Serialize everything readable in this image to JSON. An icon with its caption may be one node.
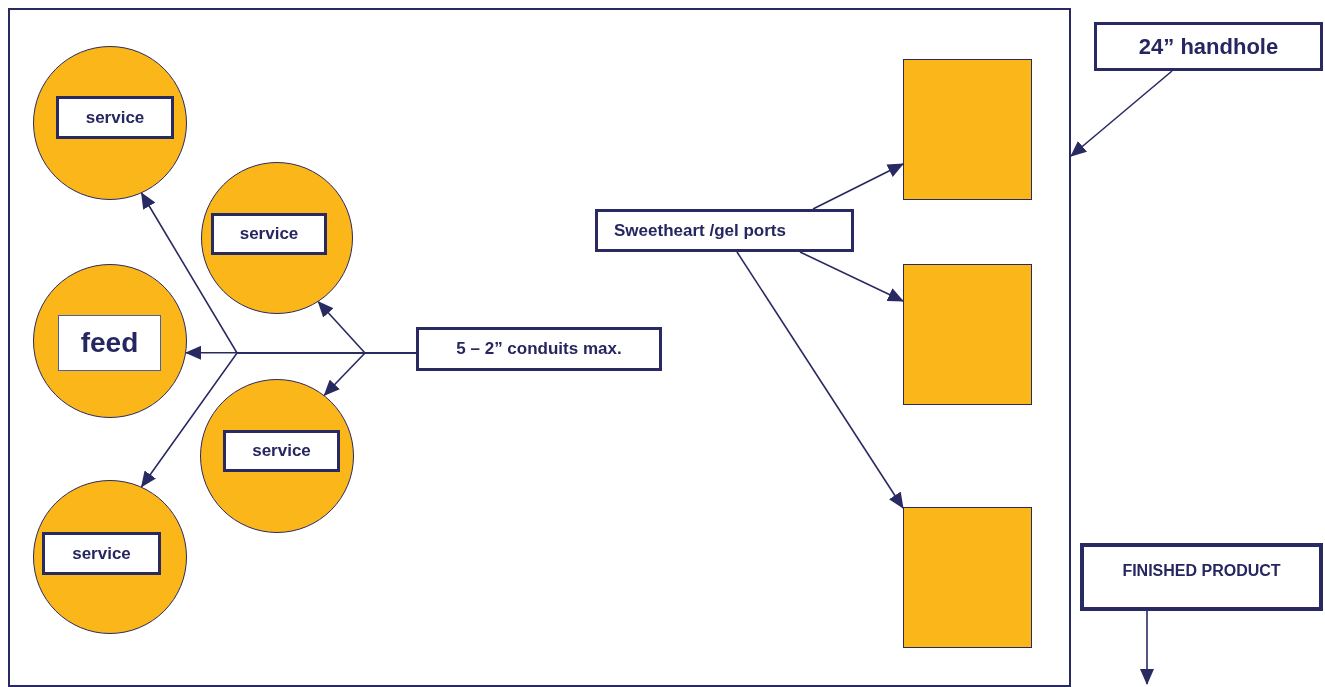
{
  "diagram": {
    "nodes": [
      {
        "text": [],
        "shape": "box"
      },
      {
        "text": [],
        "shape": "circle",
        "in": 0
      },
      {
        "text": [
          "service"
        ],
        "in": 1
      },
      {
        "text": [],
        "shape": "circle",
        "in": 0
      },
      {
        "text": [
          "service"
        ],
        "in": 3
      },
      {
        "text": [],
        "shape": "circle",
        "in": 0
      },
      {
        "text": [
          "feed"
        ],
        "in": 5
      },
      {
        "text": [],
        "shape": "circle",
        "in": 0
      },
      {
        "text": [
          "service"
        ],
        "in": 7
      },
      {
        "text": [],
        "shape": "circle",
        "in": 0
      },
      {
        "text": [
          "service"
        ],
        "in": 9
      },
      {
        "text": [
          "5 – 2” conduits max."
        ],
        "in": 0
      },
      {
        "text": [
          "Sweetheart /gel ports"
        ],
        "in": 0
      },
      {
        "text": [],
        "shape": "box",
        "in": 0
      },
      {
        "text": [],
        "shape": "box",
        "in": 0
      },
      {
        "text": [],
        "shape": "box",
        "in": 0
      },
      {
        "text": [
          "24” handhole"
        ]
      },
      {
        "text": [
          "FINISHED PRODUCT"
        ]
      }
    ],
    "edges": [
      {
        "from": 11,
        "to": 5,
        "arrow": "to"
      },
      {
        "from": 11,
        "to": 3,
        "arrow": "to"
      },
      {
        "from": 11,
        "to": 7,
        "arrow": "to"
      },
      {
        "from": 11,
        "to": 1,
        "arrow": "to"
      },
      {
        "from": 11,
        "to": 9,
        "arrow": "to"
      },
      {
        "from": 12,
        "to": 13,
        "arrow": "to"
      },
      {
        "from": 12,
        "to": 14,
        "arrow": "to"
      },
      {
        "from": 12,
        "to": 15,
        "arrow": "to"
      },
      {
        "from": 16,
        "to": 0,
        "arrow": "to"
      },
      {
        "from": 17,
        "to": null,
        "arrow": "to"
      }
    ]
  }
}
